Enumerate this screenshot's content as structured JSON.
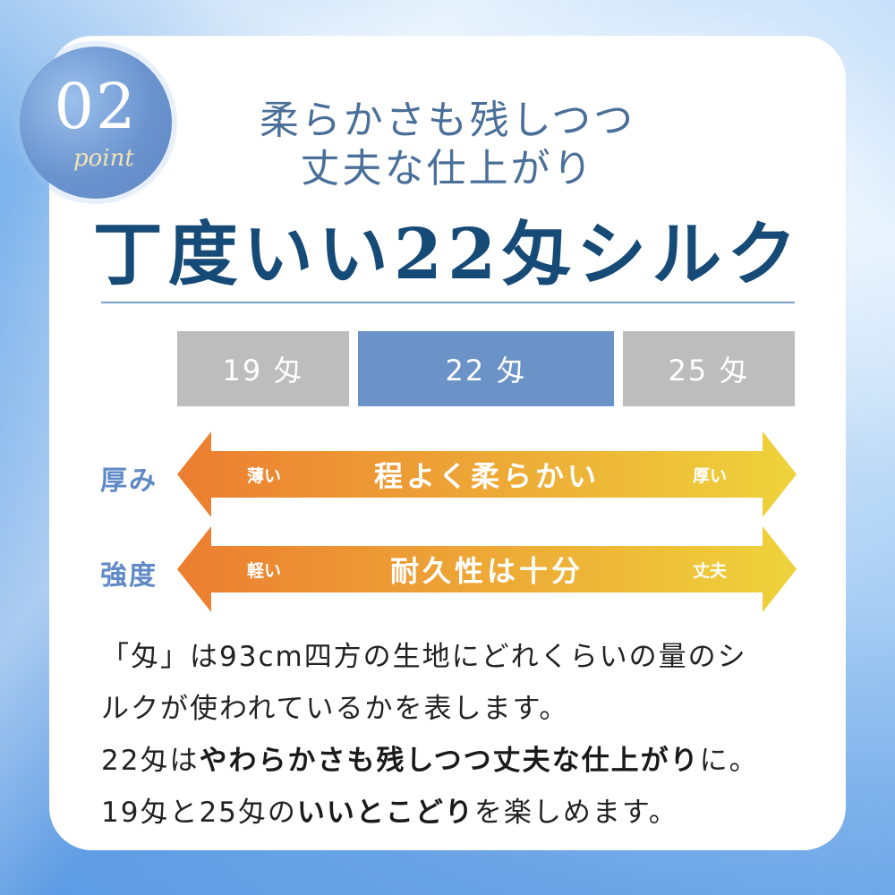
{
  "badge": {
    "number": "02",
    "script": "point"
  },
  "subtitle": {
    "line1": "柔らかさも残しつつ",
    "line2": "丈夫な仕上がり"
  },
  "title": "丁度いい22匁シルク",
  "tabs": [
    {
      "label": "19 匁",
      "color": "#bdbdbd"
    },
    {
      "label": "22 匁",
      "color": "#6b93c8"
    },
    {
      "label": "25 匁",
      "color": "#bdbdbd"
    }
  ],
  "rows": [
    {
      "label": "厚み",
      "left": "薄い",
      "center": "程よく柔らかい",
      "right": "厚い"
    },
    {
      "label": "強度",
      "left": "軽い",
      "center": "耐久性は十分",
      "right": "丈夫"
    }
  ],
  "gradient": {
    "start": "#ec7d31",
    "end": "#eecf3b"
  },
  "body": {
    "line1": "「匁」は93cm四方の生地にどれくらいの量のシ",
    "line2": "ルクが使われているかを表します。",
    "line3_a": "22匁は",
    "line3_b": "やわらかさも残しつつ丈夫な仕上がり",
    "line3_c": "に。",
    "line4_a": "19匁と25匁の",
    "line4_b": "いいとこどり",
    "line4_c": "を楽しめます。"
  }
}
